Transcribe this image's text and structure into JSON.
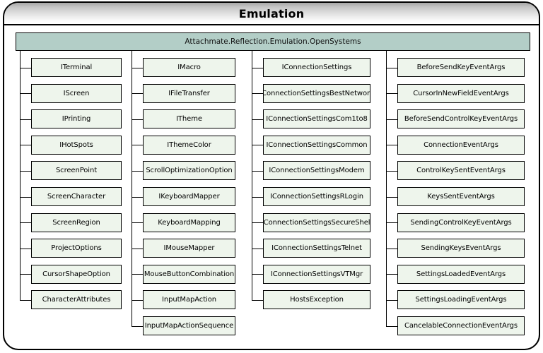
{
  "title": "Emulation",
  "namespace": "Attachmate.Reflection.Emulation.OpenSystems",
  "colors": {
    "namespace_header_fill": "#b3cec7",
    "type_box_fill": "#eef5ec",
    "border": "#000000",
    "title_bar_gradient_top": "#a8a8a8",
    "title_bar_gradient_bottom": "#ffffff"
  },
  "columns": [
    {
      "name": "column-1",
      "items": [
        {
          "label": "ITerminal"
        },
        {
          "label": "IScreen"
        },
        {
          "label": "IPrinting"
        },
        {
          "label": "IHotSpots"
        },
        {
          "label": "ScreenPoint"
        },
        {
          "label": "ScreenCharacter"
        },
        {
          "label": "ScreenRegion"
        },
        {
          "label": "ProjectOptions"
        },
        {
          "label": "CursorShapeOption"
        },
        {
          "label": "CharacterAttributes"
        }
      ]
    },
    {
      "name": "column-2",
      "items": [
        {
          "label": "IMacro"
        },
        {
          "label": "IFileTransfer"
        },
        {
          "label": "ITheme"
        },
        {
          "label": "IThemeColor"
        },
        {
          "label": "ScrollOptimizationOption"
        },
        {
          "label": "IKeyboardMapper"
        },
        {
          "label": "KeyboardMapping"
        },
        {
          "label": "IMouseMapper"
        },
        {
          "label": "MouseButtonCombination"
        },
        {
          "label": "InputMapAction"
        },
        {
          "label": "InputMapActionSequence"
        }
      ]
    },
    {
      "name": "column-3",
      "items": [
        {
          "label": "IConnectionSettings"
        },
        {
          "label": "IConnectionSettingsBestNetwork"
        },
        {
          "label": "IConnectionSettingsCom1to8"
        },
        {
          "label": "IConnectionSettingsCommon"
        },
        {
          "label": "IConnectionSettingsModem"
        },
        {
          "label": "IConnectionSettingsRLogin"
        },
        {
          "label": "IConnectionSettingsSecureShell"
        },
        {
          "label": "IConnectionSettingsTelnet"
        },
        {
          "label": "IConnectionSettingsVTMgr"
        },
        {
          "label": "HostsException"
        }
      ]
    },
    {
      "name": "column-4",
      "items": [
        {
          "label": "BeforeSendKeyEventArgs"
        },
        {
          "label": "CursorInNewFieldEventArgs"
        },
        {
          "label": "BeforeSendControlKeyEventArgs"
        },
        {
          "label": "ConnectionEventArgs"
        },
        {
          "label": "ControlKeySentEventArgs"
        },
        {
          "label": "KeysSentEventArgs"
        },
        {
          "label": "SendingControlKeyEventArgs"
        },
        {
          "label": "SendingKeysEventArgs"
        },
        {
          "label": "SettingsLoadedEventArgs"
        },
        {
          "label": "SettingsLoadingEventArgs"
        },
        {
          "label": "CancelableConnectionEventArgs"
        }
      ]
    }
  ]
}
